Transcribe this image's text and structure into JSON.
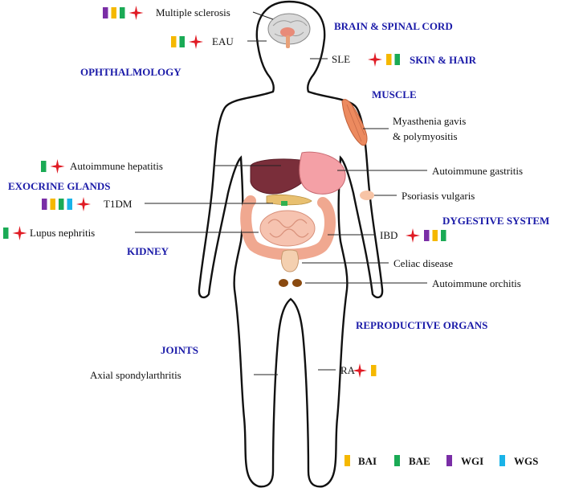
{
  "colors": {
    "BAI": "#f5b800",
    "BAE": "#1aaa55",
    "WGI": "#7a2ea6",
    "WGS": "#19b3e8",
    "star": "#e01b24",
    "category": "#1a1aa8",
    "body_outline": "#111111"
  },
  "categories": {
    "brain": "BRAIN & SPINAL CORD",
    "ophthalmology": "OPHTHALMOLOGY",
    "skin": "SKIN & HAIR",
    "muscle": "MUSCLE",
    "exocrine": "EXOCRINE GLANDS",
    "kidney": "KIDNEY",
    "digestive": "DYGESTIVE SYSTEM",
    "reproductive": "REPRODUCTIVE ORGANS",
    "joints": "JOINTS"
  },
  "diseases": {
    "ms": {
      "label": "Multiple sclerosis",
      "methods": [
        "WGI",
        "BAI",
        "BAE"
      ],
      "star": true
    },
    "eau": {
      "label": "EAU",
      "methods": [
        "BAI",
        "BAE"
      ],
      "star": true
    },
    "sle": {
      "label": "SLE",
      "methods": [
        "BAI",
        "BAE"
      ],
      "star": true
    },
    "mg": {
      "label_line1": "Myasthenia gavis",
      "label_line2": "& polymyositis",
      "methods": [],
      "star": false
    },
    "aih": {
      "label": "Autoimmune hepatitis",
      "methods": [
        "BAE"
      ],
      "star": true
    },
    "ag": {
      "label": "Autoimmune gastritis",
      "methods": [],
      "star": false
    },
    "psoriasis": {
      "label": "Psoriasis vulgaris",
      "methods": [],
      "star": false
    },
    "t1dm": {
      "label": "T1DM",
      "methods": [
        "WGI",
        "BAI",
        "BAE",
        "WGS"
      ],
      "star": true
    },
    "lupus": {
      "label": "Lupus nephritis",
      "methods": [
        "BAE"
      ],
      "star": true
    },
    "ibd": {
      "label": "IBD",
      "methods": [
        "WGI",
        "BAI",
        "BAE"
      ],
      "star": true
    },
    "celiac": {
      "label": "Celiac disease",
      "methods": [],
      "star": false
    },
    "ao": {
      "label": "Autoimmune orchitis",
      "methods": [],
      "star": false
    },
    "as": {
      "label": "Axial spondylarthritis",
      "methods": [],
      "star": false
    },
    "ra": {
      "label": "RA",
      "methods": [
        "BAI"
      ],
      "star": true
    }
  },
  "legend": [
    {
      "key": "BAI",
      "label": "BAI"
    },
    {
      "key": "BAE",
      "label": "BAE"
    },
    {
      "key": "WGI",
      "label": "WGI"
    },
    {
      "key": "WGS",
      "label": "WGS"
    }
  ]
}
